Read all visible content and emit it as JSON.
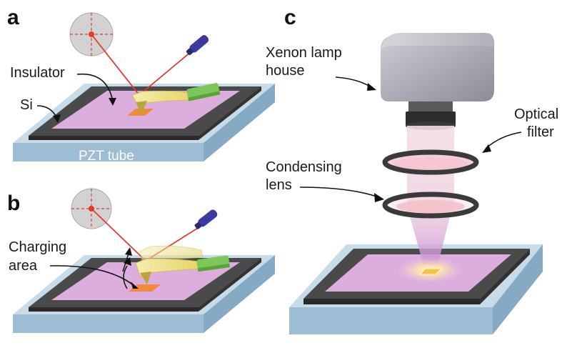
{
  "panels": {
    "a": {
      "label": "a",
      "insulator_label": "Insulator",
      "si_label": "Si",
      "pzt_label": "PZT tube"
    },
    "b": {
      "label": "b",
      "charging_label_line1": "Charging",
      "charging_label_line2": "area"
    },
    "c": {
      "label": "c",
      "lamp_label_line1": "Xenon lamp",
      "lamp_label_line2": "house",
      "filter_label_line1": "Optical",
      "filter_label_line2": "filter",
      "lens_label_line1": "Condensing",
      "lens_label_line2": "lens"
    }
  },
  "colors": {
    "substrate_blue": "#a9c4d8",
    "silicon_dark": "#3c3c3c",
    "insulator_pink": "#d9a8d9",
    "charging_orange": "#f08a3c",
    "laser_red": "#e23b2a",
    "cantilever_yellow": "#f0e48a",
    "holder_green": "#7cc65a",
    "laser_blue": "#3a3a9a",
    "lamp_gray": "#b6b3bd"
  }
}
